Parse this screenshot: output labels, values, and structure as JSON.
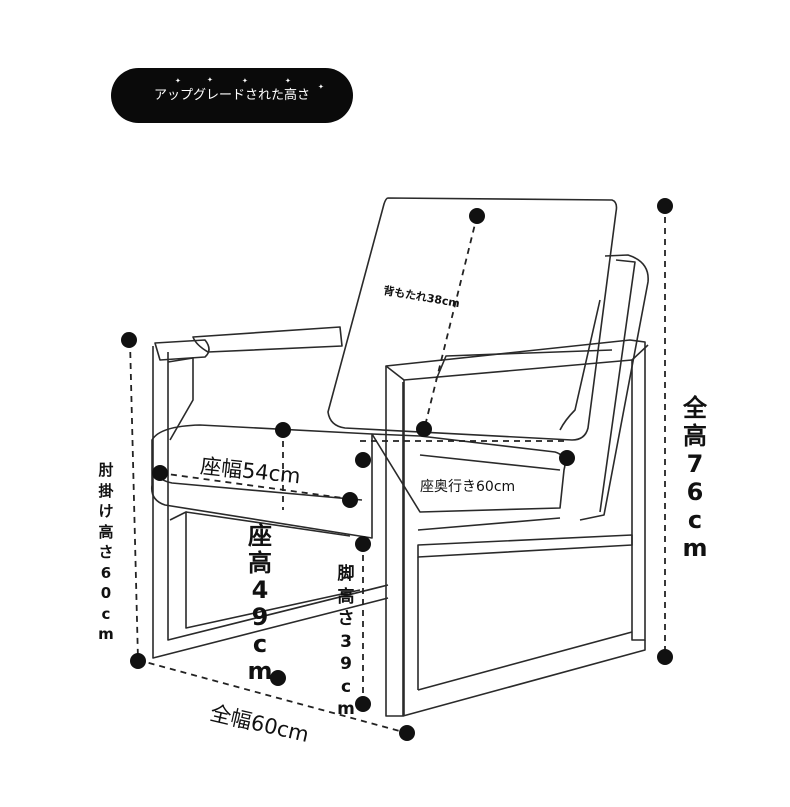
{
  "badge": {
    "text": "アップグレードされた高さ"
  },
  "dimensions": {
    "backrest": "背もたれ38cm",
    "seat_width": "座幅54cm",
    "seat_depth": "座奥行き60cm",
    "total_width": "全幅60cm",
    "total_height": [
      "全",
      "高",
      "7",
      "6",
      "c",
      "m"
    ],
    "seat_height": [
      "座",
      "高",
      "4",
      "9",
      "c",
      "m"
    ],
    "leg_height": [
      "脚",
      "高",
      "さ",
      "3",
      "9",
      "c",
      "m"
    ],
    "armrest_height": [
      "肘",
      "掛",
      "け",
      "高",
      "さ",
      "6",
      "0",
      "c",
      "m"
    ]
  },
  "chart_data": {
    "type": "diagram",
    "subject": "armchair",
    "measurements": [
      {
        "label": "背もたれ38cm",
        "value": 38,
        "unit": "cm"
      },
      {
        "label": "座幅54cm",
        "value": 54,
        "unit": "cm"
      },
      {
        "label": "座奥行き60cm",
        "value": 60,
        "unit": "cm"
      },
      {
        "label": "全幅60cm",
        "value": 60,
        "unit": "cm"
      },
      {
        "label": "全高76cm",
        "value": 76,
        "unit": "cm"
      },
      {
        "label": "座高49cm",
        "value": 49,
        "unit": "cm"
      },
      {
        "label": "脚高さ39cm",
        "value": 39,
        "unit": "cm"
      },
      {
        "label": "肘掛け高さ60cm",
        "value": 60,
        "unit": "cm"
      }
    ]
  }
}
